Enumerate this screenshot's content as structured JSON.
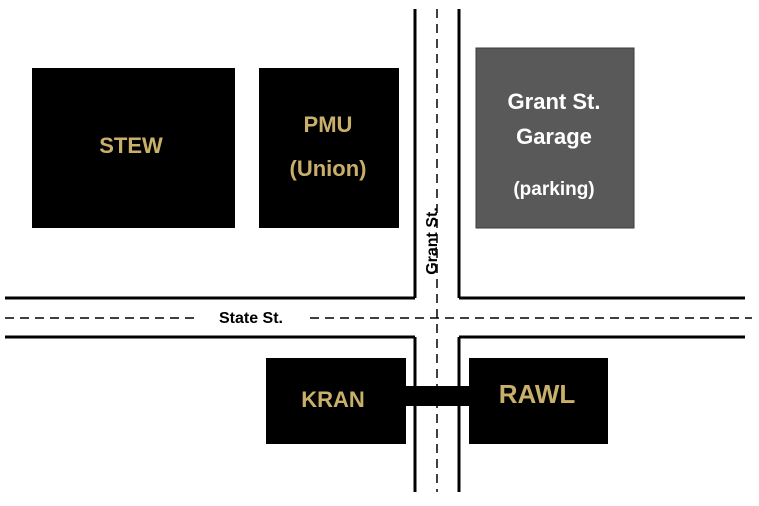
{
  "buildings": {
    "stew": {
      "label": "STEW"
    },
    "pmu": {
      "label_line1": "PMU",
      "label_line2": "(Union)"
    },
    "garage": {
      "label_line1": "Grant St.",
      "label_line2": "Garage",
      "label_line3": "(parking)"
    },
    "kran": {
      "label": "KRAN"
    },
    "rawl": {
      "label": "RAWL"
    }
  },
  "streets": {
    "state": {
      "label": "State St."
    },
    "grant": {
      "label": "Grant St."
    }
  },
  "colors": {
    "building_fill": "#000000",
    "garage_fill": "#595959",
    "building_text": "#c9b06a",
    "garage_text": "#ffffff",
    "road_line": "#000000"
  }
}
